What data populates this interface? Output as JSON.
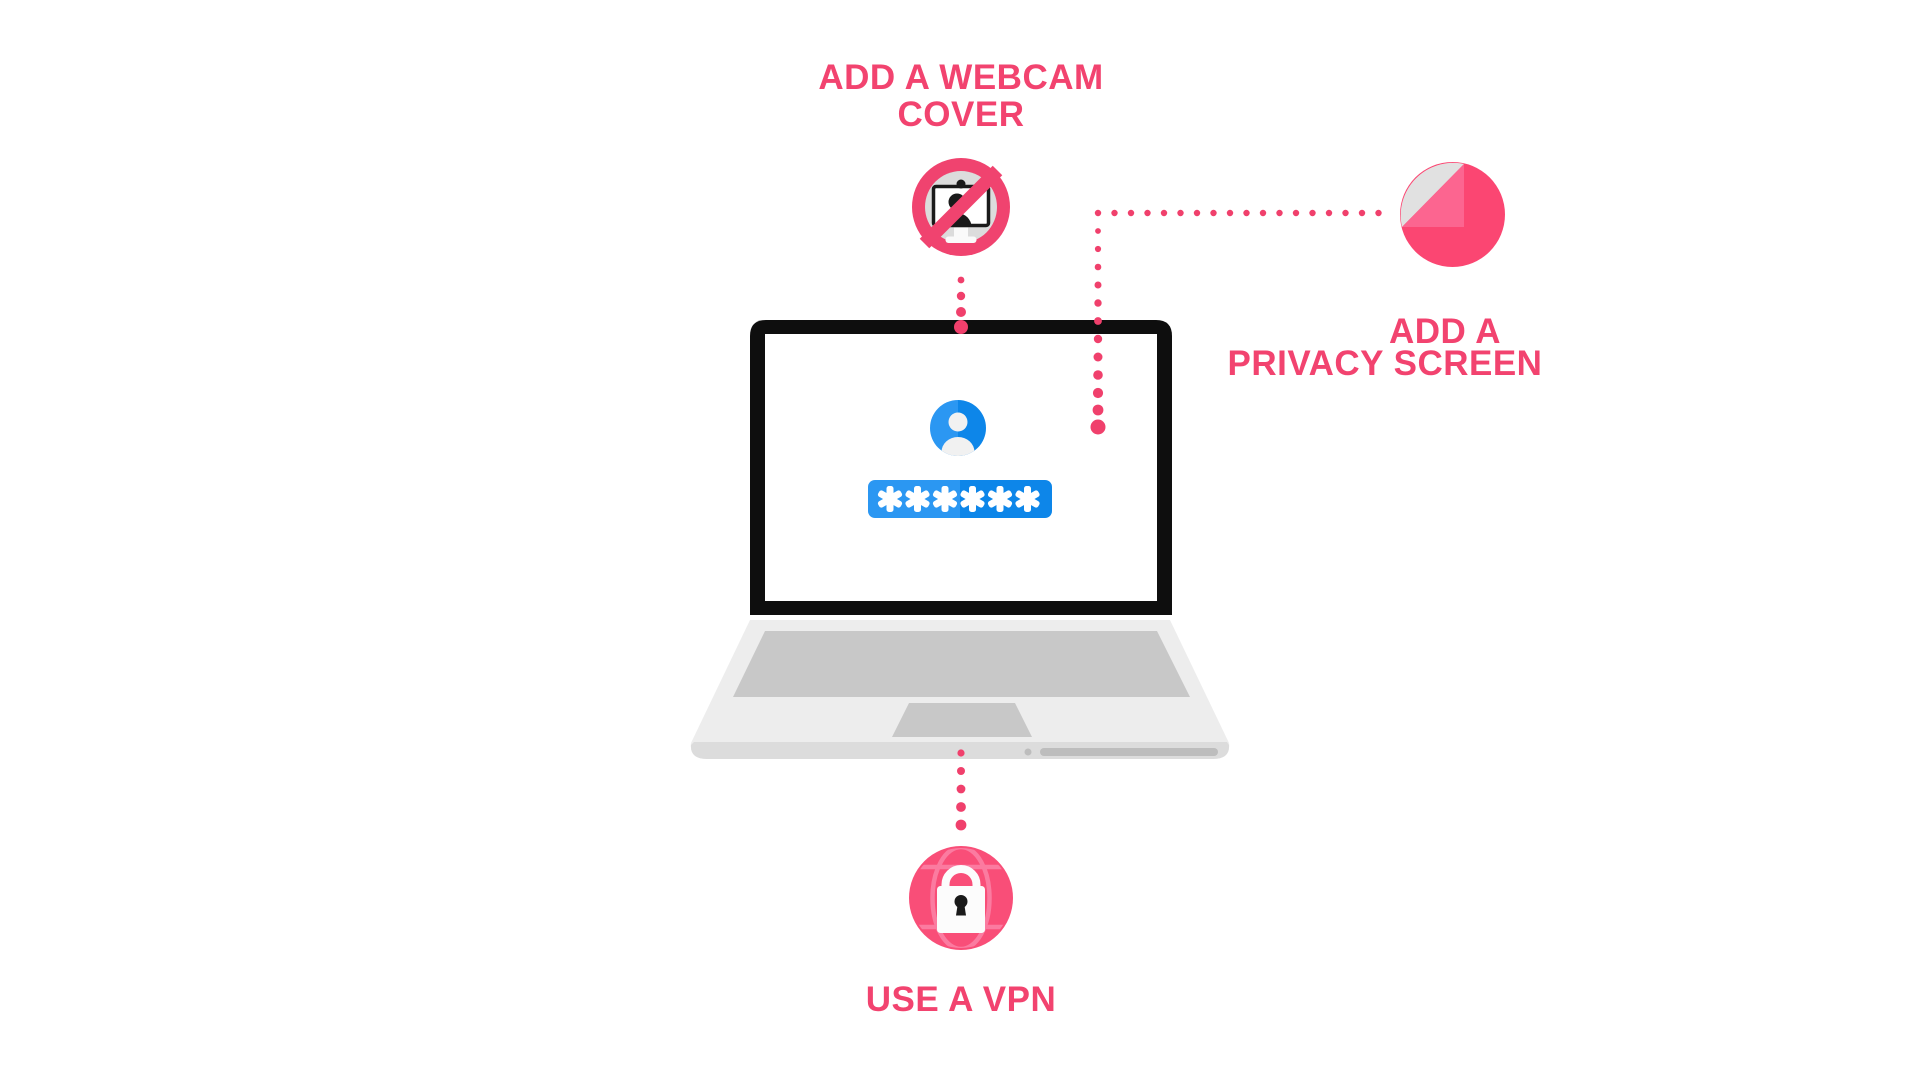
{
  "tips": {
    "webcam_cover": {
      "line1": "ADD A WEBCAM",
      "line2": "COVER"
    },
    "privacy_screen": {
      "line1": "ADD A",
      "line2": "PRIVACY SCREEN"
    },
    "vpn": {
      "line1": "USE A VPN"
    }
  },
  "laptop_screen": {
    "password_masked": "******",
    "password_char_count": 6
  },
  "icons": {
    "webcam_blocked": "no-webcam-icon",
    "privacy_screen": "privacy-pie-icon",
    "vpn": "globe-lock-icon",
    "user": "avatar-icon"
  },
  "colors": {
    "pink_text": "#f2436f",
    "pink_dot": "#f0406c",
    "pink_ring": "#f0436f",
    "pink_pie_dark": "#fb4672",
    "pink_pie_light": "#fc6590",
    "pink_globe": "#f94e78",
    "pink_globe_line": "#fb7ba0",
    "gray_icon_bg": "#dcdcdc",
    "gray_pie": "#e1e1e1",
    "blue_left": "#2b97f2",
    "blue_right": "#0d86e9",
    "bezel_black": "#0e0e0e",
    "base_gray": "#ededed",
    "base_strip": "#dcdcdc",
    "key_gray": "#c8c8c8",
    "slot_gray": "#bdbdbd",
    "person_light": "#f1f1f1",
    "lock_white": "#fcfcfc",
    "ink_black": "#1a1a1a",
    "bg": "#ffffff"
  }
}
